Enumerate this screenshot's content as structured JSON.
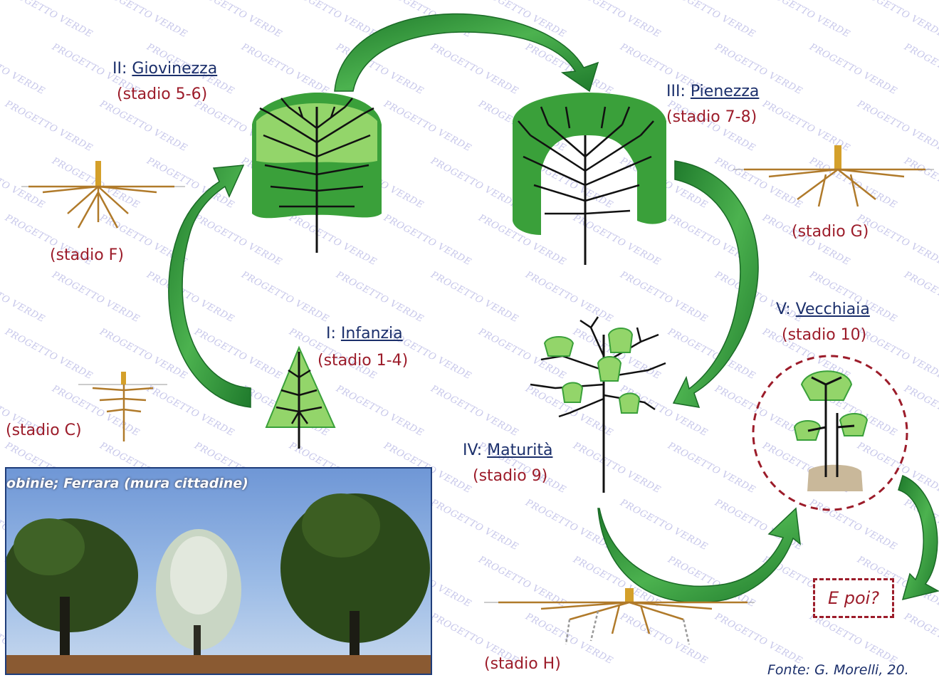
{
  "watermark": "PROGETTO VERDE",
  "colors": {
    "arrow": "#2f9a3c",
    "crown_dark": "#3aa03a",
    "crown_light": "#93d56a",
    "root": "#b07a2a",
    "stage_text": "#9c1c2a",
    "phase_text": "#1b2f6b"
  },
  "phases": {
    "p1": {
      "num": "I:",
      "name": "Infanzia",
      "stage": "(stadio 1-4)"
    },
    "p2": {
      "num": "II:",
      "name": "Giovinezza",
      "stage": "(stadio 5-6)"
    },
    "p3": {
      "num": "III:",
      "name": "Pienezza",
      "stage": "(stadio 7-8)"
    },
    "p4": {
      "num": "IV:",
      "name": "Maturità",
      "stage": "(stadio 9)"
    },
    "p5": {
      "num": "V:",
      "name": "Vecchiaia",
      "stage": "(stadio 10)"
    }
  },
  "roots": {
    "c": "(stadio  C)",
    "f": "(stadio  F)",
    "g": "(stadio  G)",
    "h": "(stadio  H)"
  },
  "epoi": "E poi?",
  "photo_caption": "obinie; Ferrara (mura cittadine)",
  "source": "Fonte: G. Morelli, 20."
}
